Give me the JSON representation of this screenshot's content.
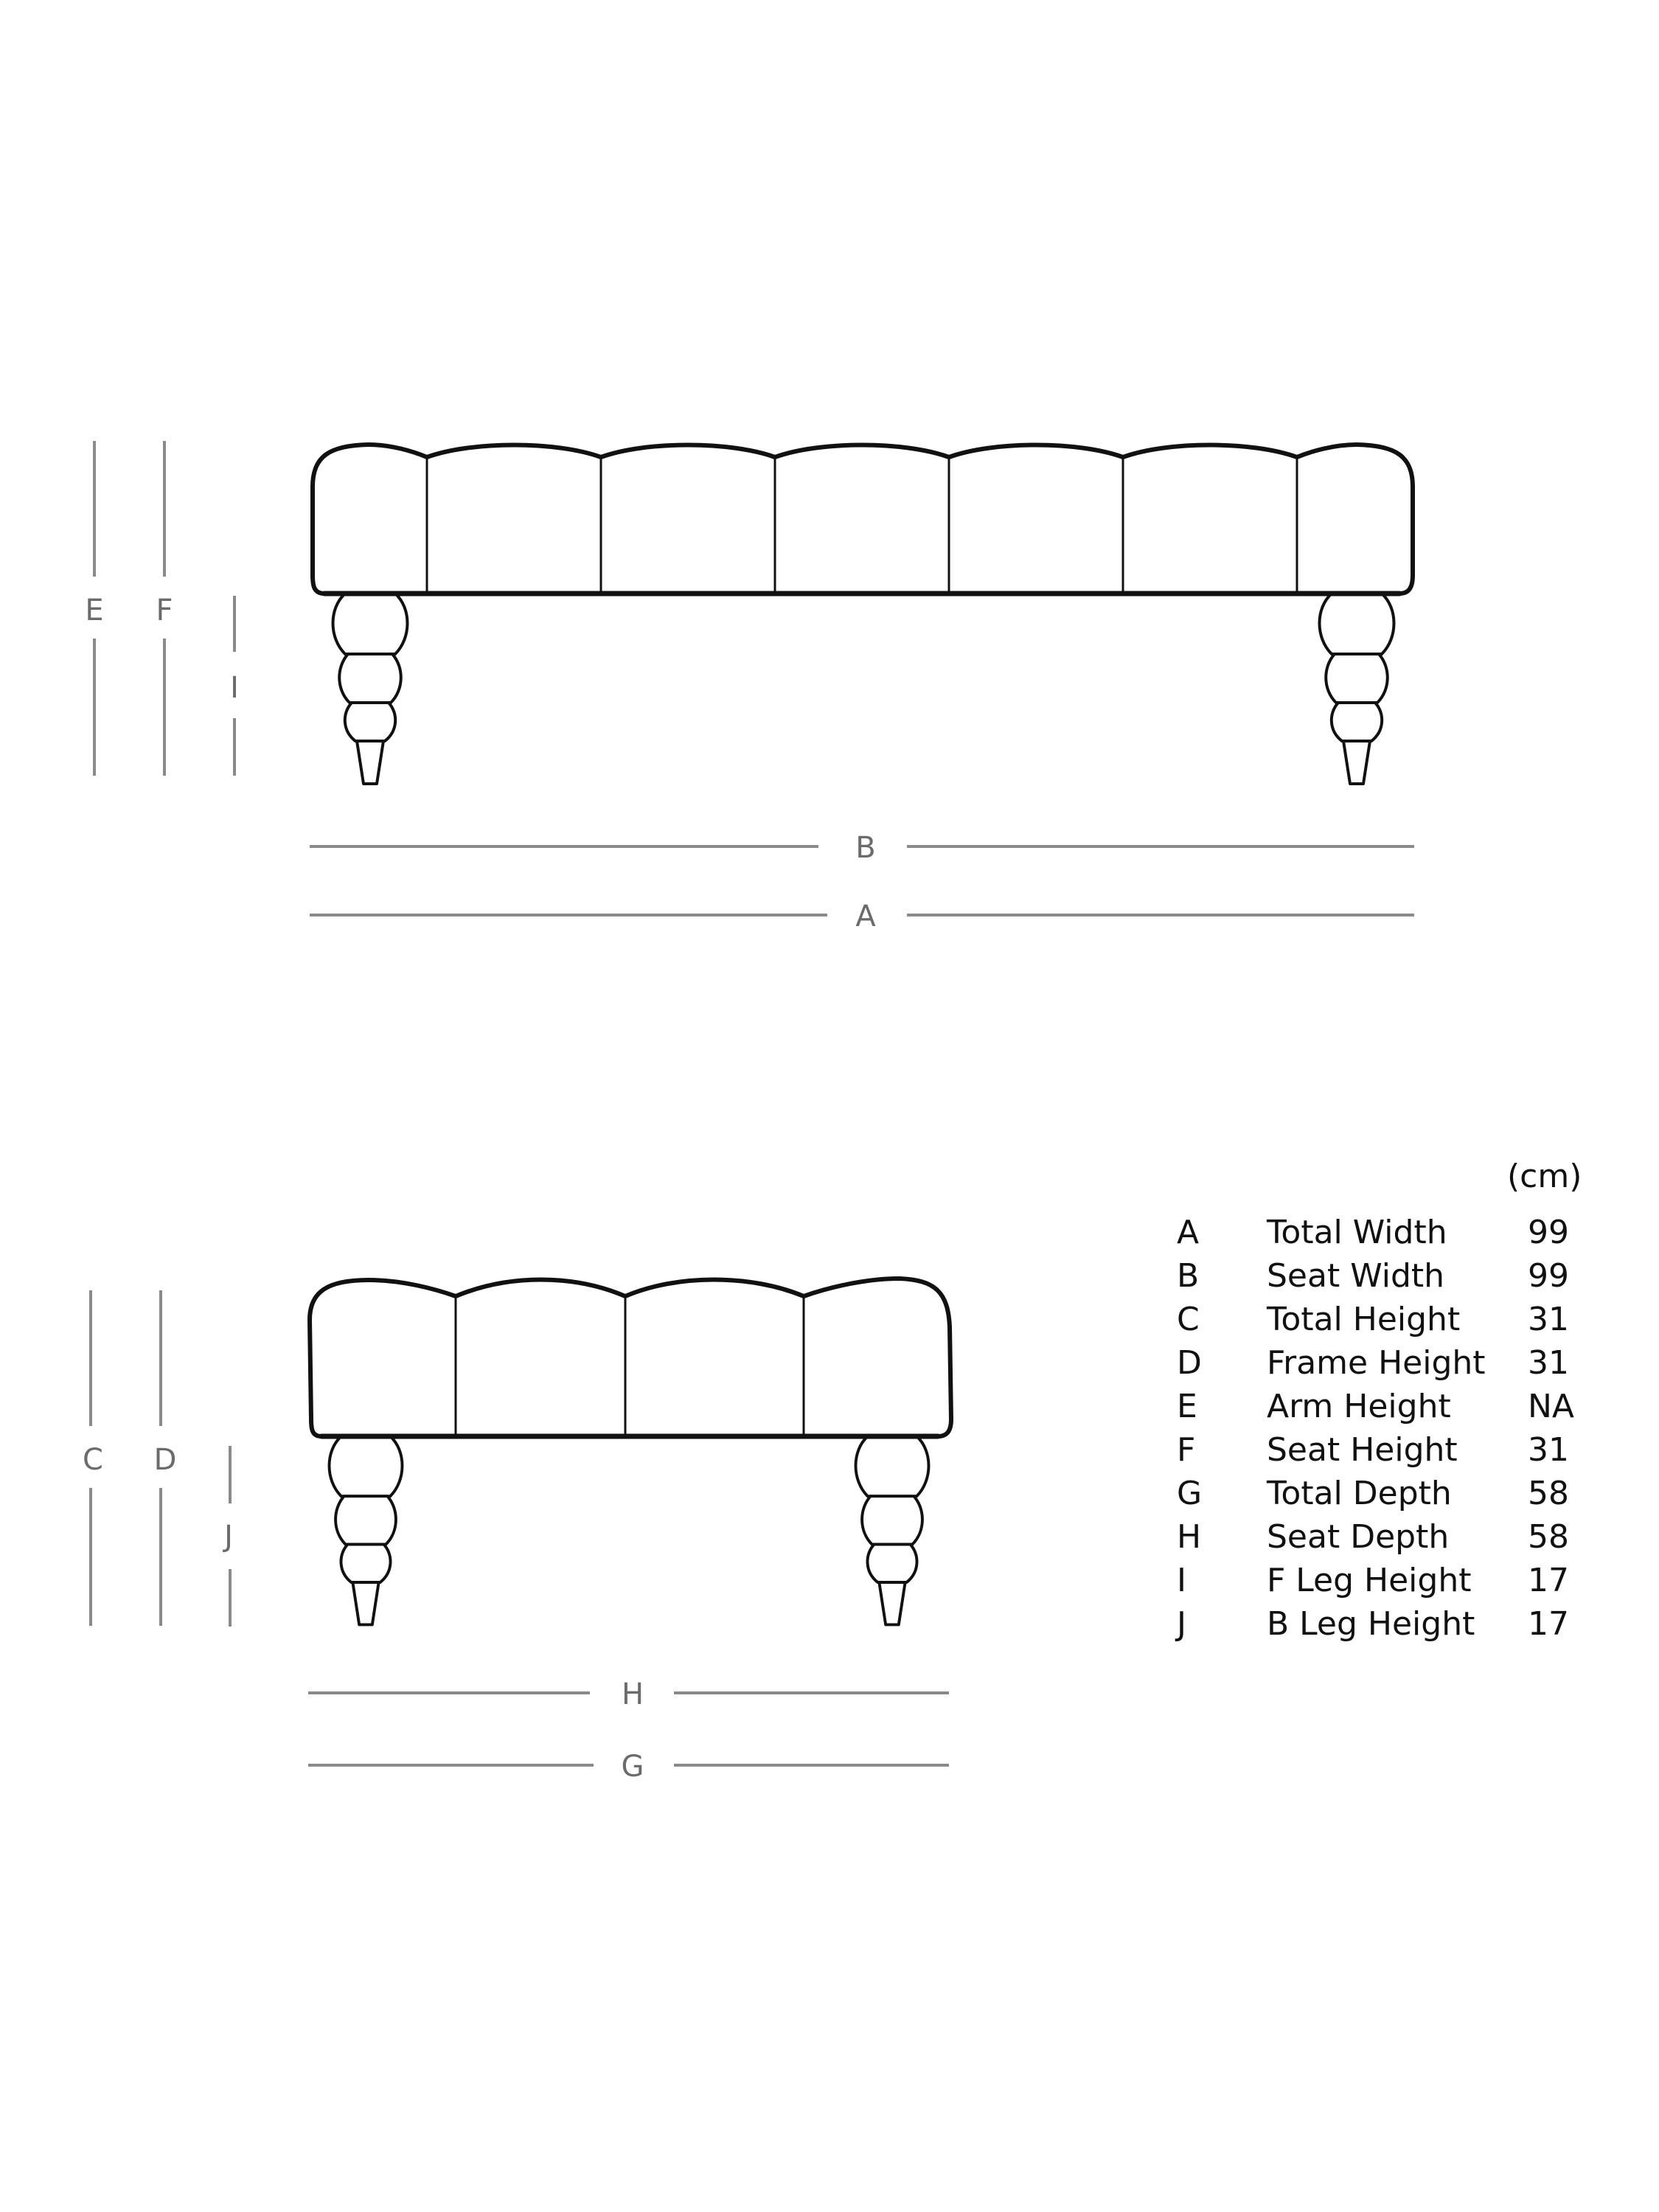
{
  "front_view": {
    "dimension_labels": {
      "E": "E",
      "F": "F",
      "I": "I",
      "B": "B",
      "A": "A"
    },
    "panel_count": 7
  },
  "side_view": {
    "dimension_labels": {
      "C": "C",
      "D": "D",
      "J": "J",
      "H": "H",
      "G": "G"
    },
    "panel_count": 4
  },
  "spec_table": {
    "unit": "(cm)",
    "rows": [
      {
        "letter": "A",
        "label": "Total Width",
        "value": "99"
      },
      {
        "letter": "B",
        "label": "Seat Width",
        "value": "99"
      },
      {
        "letter": "C",
        "label": "Total Height",
        "value": "31"
      },
      {
        "letter": "D",
        "label": "Frame Height",
        "value": "31"
      },
      {
        "letter": "E",
        "label": "Arm Height",
        "value": "NA"
      },
      {
        "letter": "F",
        "label": "Seat Height",
        "value": "31"
      },
      {
        "letter": "G",
        "label": "Total Depth",
        "value": "58"
      },
      {
        "letter": "H",
        "label": "Seat Depth",
        "value": "58"
      },
      {
        "letter": "I",
        "label": "F Leg Height",
        "value": "17"
      },
      {
        "letter": "J",
        "label": "B Leg Height",
        "value": "17"
      }
    ]
  },
  "colors": {
    "outline": "#111111",
    "dimension_line": "#8a8a8a",
    "dimension_text": "#6b6b6b",
    "background": "#ffffff"
  }
}
